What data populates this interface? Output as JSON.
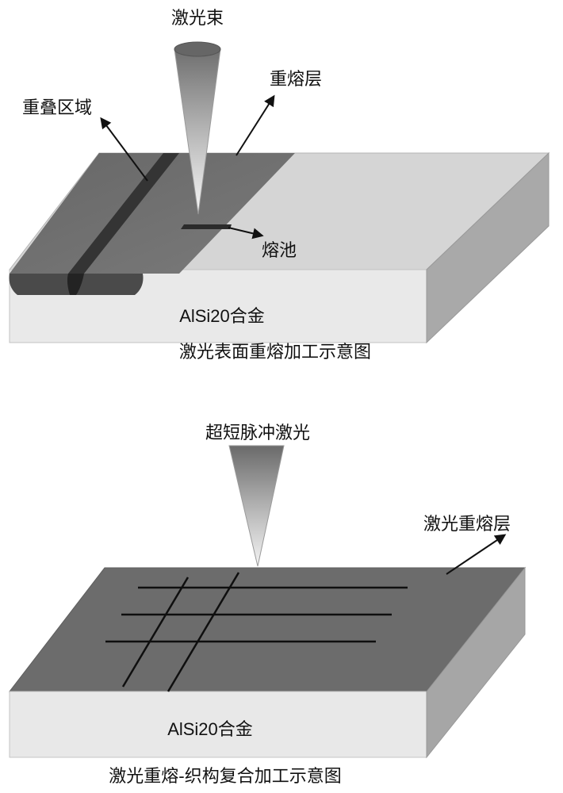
{
  "diagram1": {
    "laser_label": "激光束",
    "remelt_layer_label": "重熔层",
    "overlap_region_label": "重叠区域",
    "melt_pool_label": "熔池",
    "material_label": "AlSi20合金",
    "caption": "激光表面重熔加工示意图"
  },
  "diagram2": {
    "laser_label": "超短脉冲激光",
    "remelt_layer_label": "激光重熔层",
    "material_label": "AlSi20合金",
    "caption": "激光重熔-织构复合加工示意图"
  },
  "colors": {
    "block_top": "#d4d4d4",
    "block_front": "#e6e6e6",
    "block_side": "#a8a8a8",
    "remelt_zone": "#6e6e6e",
    "overlap_track": "#3a3a3a",
    "texture_lines": "#111111",
    "laser_top": "#777777",
    "laser_tip": "#f4f4f4"
  }
}
